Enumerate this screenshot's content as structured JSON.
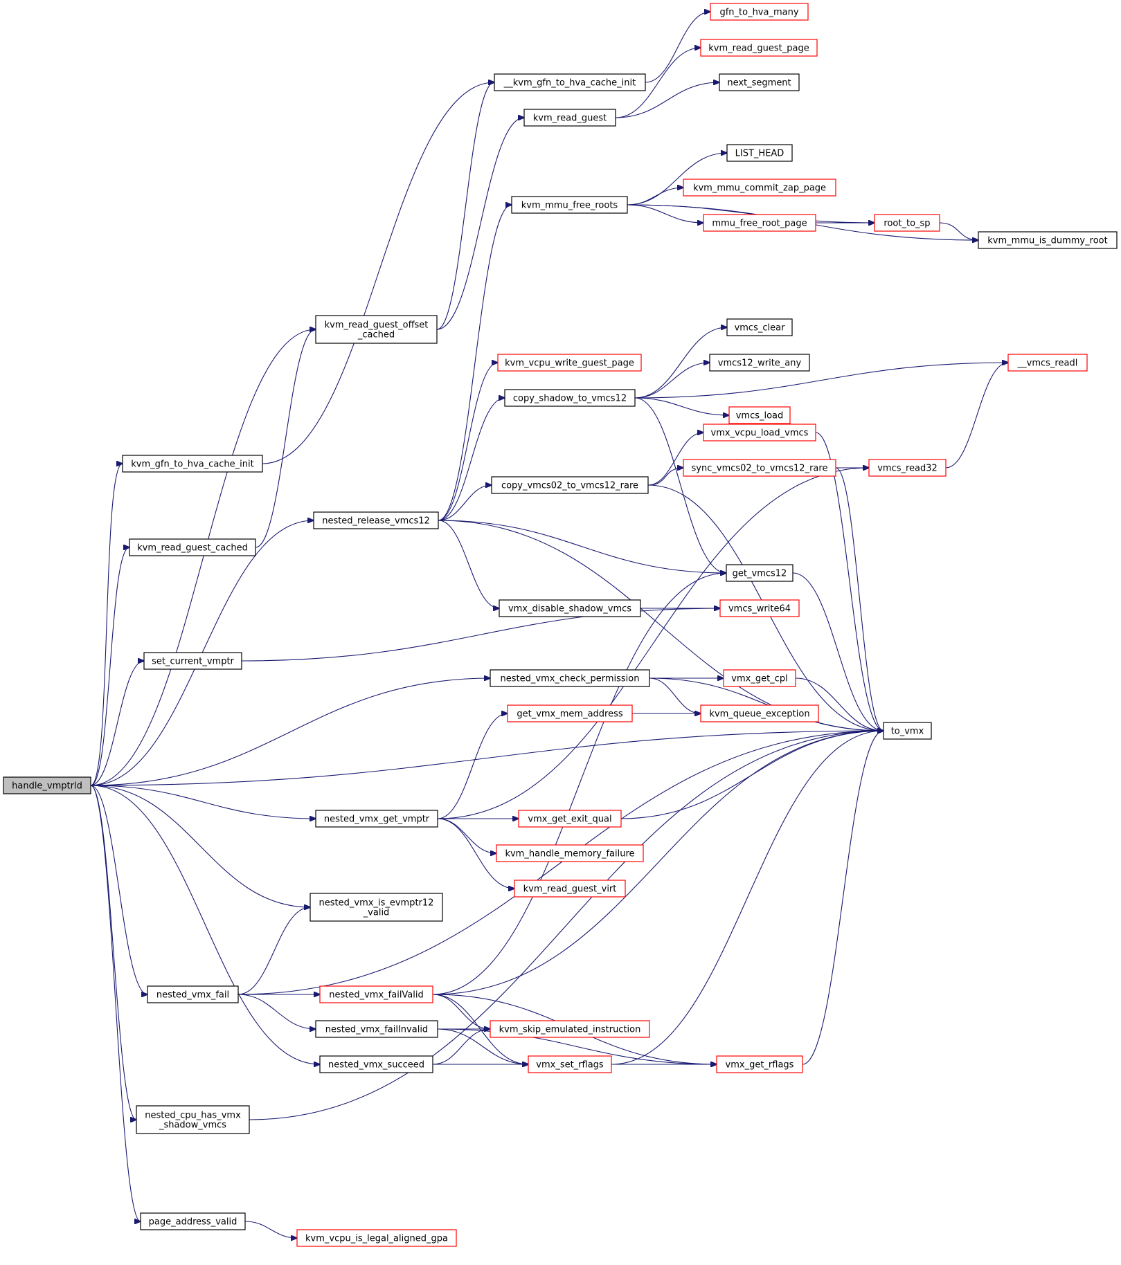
{
  "colors": {
    "edge": "#191970",
    "root_fill": "#bfbfbf",
    "linked_border": "#ff0000",
    "plain_border": "#000000"
  },
  "nodes": [
    {
      "id": "handle_vmptrld",
      "lines": [
        "handle_vmptrld"
      ],
      "style": "root"
    },
    {
      "id": "kvm_gfn_to_hva_cache_init",
      "lines": [
        "kvm_gfn_to_hva_cache_init"
      ],
      "style": "black"
    },
    {
      "id": "kvm_read_guest_cached",
      "lines": [
        "kvm_read_guest_cached"
      ],
      "style": "black"
    },
    {
      "id": "set_current_vmptr",
      "lines": [
        "set_current_vmptr"
      ],
      "style": "black"
    },
    {
      "id": "nested_vmx_fail",
      "lines": [
        "nested_vmx_fail"
      ],
      "style": "black"
    },
    {
      "id": "nested_cpu_has_vmx_shadow_vmcs",
      "lines": [
        "nested_cpu_has_vmx",
        "_shadow_vmcs"
      ],
      "style": "black"
    },
    {
      "id": "page_address_valid",
      "lines": [
        "page_address_valid"
      ],
      "style": "black"
    },
    {
      "id": "kvm_read_guest_offset_cached",
      "lines": [
        "kvm_read_guest_offset",
        "_cached"
      ],
      "style": "black"
    },
    {
      "id": "nested_release_vmcs12",
      "lines": [
        "nested_release_vmcs12"
      ],
      "style": "black"
    },
    {
      "id": "nested_vmx_get_vmptr",
      "lines": [
        "nested_vmx_get_vmptr"
      ],
      "style": "black"
    },
    {
      "id": "nested_vmx_is_evmptr12_valid",
      "lines": [
        "nested_vmx_is_evmptr12",
        "_valid"
      ],
      "style": "black"
    },
    {
      "id": "nested_vmx_failValid",
      "lines": [
        "nested_vmx_failValid"
      ],
      "style": "red"
    },
    {
      "id": "nested_vmx_failInvalid",
      "lines": [
        "nested_vmx_failInvalid"
      ],
      "style": "black"
    },
    {
      "id": "nested_vmx_succeed",
      "lines": [
        "nested_vmx_succeed"
      ],
      "style": "black"
    },
    {
      "id": "__kvm_gfn_to_hva_cache_init",
      "lines": [
        "__kvm_gfn_to_hva_cache_init"
      ],
      "style": "black"
    },
    {
      "id": "kvm_read_guest",
      "lines": [
        "kvm_read_guest"
      ],
      "style": "black"
    },
    {
      "id": "kvm_mmu_free_roots",
      "lines": [
        "kvm_mmu_free_roots"
      ],
      "style": "black"
    },
    {
      "id": "kvm_vcpu_write_guest_page",
      "lines": [
        "kvm_vcpu_write_guest_page"
      ],
      "style": "red"
    },
    {
      "id": "copy_shadow_to_vmcs12",
      "lines": [
        "copy_shadow_to_vmcs12"
      ],
      "style": "black"
    },
    {
      "id": "copy_vmcs02_to_vmcs12_rare",
      "lines": [
        "copy_vmcs02_to_vmcs12_rare"
      ],
      "style": "black"
    },
    {
      "id": "vmx_disable_shadow_vmcs",
      "lines": [
        "vmx_disable_shadow_vmcs"
      ],
      "style": "black"
    },
    {
      "id": "nested_vmx_check_permission",
      "lines": [
        "nested_vmx_check_permission"
      ],
      "style": "black"
    },
    {
      "id": "get_vmx_mem_address",
      "lines": [
        "get_vmx_mem_address"
      ],
      "style": "red"
    },
    {
      "id": "vmx_get_exit_qual",
      "lines": [
        "vmx_get_exit_qual"
      ],
      "style": "red"
    },
    {
      "id": "kvm_handle_memory_failure",
      "lines": [
        "kvm_handle_memory_failure"
      ],
      "style": "red"
    },
    {
      "id": "kvm_read_guest_virt",
      "lines": [
        "kvm_read_guest_virt"
      ],
      "style": "red"
    },
    {
      "id": "kvm_skip_emulated_instruction",
      "lines": [
        "kvm_skip_emulated_instruction"
      ],
      "style": "red"
    },
    {
      "id": "vmx_set_rflags",
      "lines": [
        "vmx_set_rflags"
      ],
      "style": "red"
    },
    {
      "id": "kvm_vcpu_is_legal_aligned_gpa",
      "lines": [
        "kvm_vcpu_is_legal_aligned_gpa"
      ],
      "style": "red"
    },
    {
      "id": "gfn_to_hva_many",
      "lines": [
        "gfn_to_hva_many"
      ],
      "style": "red"
    },
    {
      "id": "kvm_read_guest_page",
      "lines": [
        "kvm_read_guest_page"
      ],
      "style": "red"
    },
    {
      "id": "next_segment",
      "lines": [
        "next_segment"
      ],
      "style": "black"
    },
    {
      "id": "LIST_HEAD",
      "lines": [
        "LIST_HEAD"
      ],
      "style": "black"
    },
    {
      "id": "kvm_mmu_commit_zap_page",
      "lines": [
        "kvm_mmu_commit_zap_page"
      ],
      "style": "red"
    },
    {
      "id": "mmu_free_root_page",
      "lines": [
        "mmu_free_root_page"
      ],
      "style": "red"
    },
    {
      "id": "vmcs_clear",
      "lines": [
        "vmcs_clear"
      ],
      "style": "black"
    },
    {
      "id": "vmcs12_write_any",
      "lines": [
        "vmcs12_write_any"
      ],
      "style": "black"
    },
    {
      "id": "vmcs_load",
      "lines": [
        "vmcs_load"
      ],
      "style": "red"
    },
    {
      "id": "vmx_vcpu_load_vmcs",
      "lines": [
        "vmx_vcpu_load_vmcs"
      ],
      "style": "red"
    },
    {
      "id": "sync_vmcs02_to_vmcs12_rare",
      "lines": [
        "sync_vmcs02_to_vmcs12_rare"
      ],
      "style": "red"
    },
    {
      "id": "get_vmcs12",
      "lines": [
        "get_vmcs12"
      ],
      "style": "black"
    },
    {
      "id": "vmcs_write64",
      "lines": [
        "vmcs_write64"
      ],
      "style": "red"
    },
    {
      "id": "vmx_get_cpl",
      "lines": [
        "vmx_get_cpl"
      ],
      "style": "red"
    },
    {
      "id": "kvm_queue_exception",
      "lines": [
        "kvm_queue_exception"
      ],
      "style": "red"
    },
    {
      "id": "vmx_get_rflags",
      "lines": [
        "vmx_get_rflags"
      ],
      "style": "red"
    },
    {
      "id": "root_to_sp",
      "lines": [
        "root_to_sp"
      ],
      "style": "red"
    },
    {
      "id": "vmcs_read32",
      "lines": [
        "vmcs_read32"
      ],
      "style": "red"
    },
    {
      "id": "kvm_mmu_is_dummy_root",
      "lines": [
        "kvm_mmu_is_dummy_root"
      ],
      "style": "black"
    },
    {
      "id": "__vmcs_readl",
      "lines": [
        "__vmcs_readl"
      ],
      "style": "red"
    },
    {
      "id": "to_vmx",
      "lines": [
        "to_vmx"
      ],
      "style": "black"
    }
  ],
  "edges": [
    [
      "handle_vmptrld",
      "kvm_gfn_to_hva_cache_init"
    ],
    [
      "handle_vmptrld",
      "kvm_read_guest_offset_cached"
    ],
    [
      "handle_vmptrld",
      "kvm_read_guest_cached"
    ],
    [
      "handle_vmptrld",
      "nested_release_vmcs12"
    ],
    [
      "handle_vmptrld",
      "set_current_vmptr"
    ],
    [
      "handle_vmptrld",
      "nested_vmx_check_permission"
    ],
    [
      "handle_vmptrld",
      "to_vmx"
    ],
    [
      "handle_vmptrld",
      "nested_vmx_get_vmptr"
    ],
    [
      "handle_vmptrld",
      "nested_vmx_is_evmptr12_valid"
    ],
    [
      "handle_vmptrld",
      "nested_vmx_fail"
    ],
    [
      "handle_vmptrld",
      "nested_vmx_succeed"
    ],
    [
      "handle_vmptrld",
      "nested_cpu_has_vmx_shadow_vmcs"
    ],
    [
      "handle_vmptrld",
      "page_address_valid"
    ],
    [
      "kvm_gfn_to_hva_cache_init",
      "__kvm_gfn_to_hva_cache_init"
    ],
    [
      "kvm_read_guest_cached",
      "kvm_read_guest_offset_cached"
    ],
    [
      "kvm_read_guest_offset_cached",
      "__kvm_gfn_to_hva_cache_init"
    ],
    [
      "kvm_read_guest_offset_cached",
      "kvm_read_guest"
    ],
    [
      "__kvm_gfn_to_hva_cache_init",
      "gfn_to_hva_many"
    ],
    [
      "kvm_read_guest",
      "kvm_read_guest_page"
    ],
    [
      "kvm_read_guest",
      "next_segment"
    ],
    [
      "kvm_mmu_free_roots",
      "LIST_HEAD"
    ],
    [
      "kvm_mmu_free_roots",
      "kvm_mmu_commit_zap_page"
    ],
    [
      "kvm_mmu_free_roots",
      "mmu_free_root_page"
    ],
    [
      "kvm_mmu_free_roots",
      "root_to_sp"
    ],
    [
      "kvm_mmu_free_roots",
      "kvm_mmu_is_dummy_root"
    ],
    [
      "mmu_free_root_page",
      "root_to_sp"
    ],
    [
      "root_to_sp",
      "kvm_mmu_is_dummy_root"
    ],
    [
      "nested_release_vmcs12",
      "kvm_mmu_free_roots"
    ],
    [
      "nested_release_vmcs12",
      "kvm_vcpu_write_guest_page"
    ],
    [
      "nested_release_vmcs12",
      "copy_shadow_to_vmcs12"
    ],
    [
      "nested_release_vmcs12",
      "copy_vmcs02_to_vmcs12_rare"
    ],
    [
      "nested_release_vmcs12",
      "get_vmcs12"
    ],
    [
      "nested_release_vmcs12",
      "vmx_disable_shadow_vmcs"
    ],
    [
      "nested_release_vmcs12",
      "to_vmx"
    ],
    [
      "copy_shadow_to_vmcs12",
      "__vmcs_readl"
    ],
    [
      "copy_shadow_to_vmcs12",
      "vmcs_clear"
    ],
    [
      "copy_shadow_to_vmcs12",
      "vmcs12_write_any"
    ],
    [
      "copy_shadow_to_vmcs12",
      "vmcs_load"
    ],
    [
      "copy_shadow_to_vmcs12",
      "get_vmcs12"
    ],
    [
      "copy_vmcs02_to_vmcs12_rare",
      "vmx_vcpu_load_vmcs"
    ],
    [
      "copy_vmcs02_to_vmcs12_rare",
      "sync_vmcs02_to_vmcs12_rare"
    ],
    [
      "copy_vmcs02_to_vmcs12_rare",
      "to_vmx"
    ],
    [
      "vmx_vcpu_load_vmcs",
      "vmcs_load"
    ],
    [
      "vmx_vcpu_load_vmcs",
      "to_vmx"
    ],
    [
      "sync_vmcs02_to_vmcs12_rare",
      "vmcs_read32"
    ],
    [
      "sync_vmcs02_to_vmcs12_rare",
      "to_vmx"
    ],
    [
      "vmcs_read32",
      "__vmcs_readl"
    ],
    [
      "get_vmcs12",
      "to_vmx"
    ],
    [
      "vmx_disable_shadow_vmcs",
      "vmcs_write64"
    ],
    [
      "set_current_vmptr",
      "vmcs_write64"
    ],
    [
      "nested_vmx_check_permission",
      "vmx_get_cpl"
    ],
    [
      "nested_vmx_check_permission",
      "kvm_queue_exception"
    ],
    [
      "nested_vmx_check_permission",
      "to_vmx"
    ],
    [
      "vmx_get_cpl",
      "to_vmx"
    ],
    [
      "get_vmx_mem_address",
      "kvm_queue_exception"
    ],
    [
      "nested_vmx_get_vmptr",
      "get_vmx_mem_address"
    ],
    [
      "nested_vmx_get_vmptr",
      "vmcs_read32"
    ],
    [
      "nested_vmx_get_vmptr",
      "vmx_get_exit_qual"
    ],
    [
      "nested_vmx_get_vmptr",
      "kvm_handle_memory_failure"
    ],
    [
      "nested_vmx_get_vmptr",
      "kvm_read_guest_virt"
    ],
    [
      "vmx_get_exit_qual",
      "to_vmx"
    ],
    [
      "nested_vmx_fail",
      "nested_vmx_is_evmptr12_valid"
    ],
    [
      "nested_vmx_fail",
      "nested_vmx_failValid"
    ],
    [
      "nested_vmx_fail",
      "nested_vmx_failInvalid"
    ],
    [
      "nested_vmx_fail",
      "to_vmx"
    ],
    [
      "nested_vmx_failValid",
      "get_vmcs12"
    ],
    [
      "nested_vmx_failValid",
      "to_vmx"
    ],
    [
      "nested_vmx_failValid",
      "kvm_skip_emulated_instruction"
    ],
    [
      "nested_vmx_failValid",
      "vmx_set_rflags"
    ],
    [
      "nested_vmx_failValid",
      "vmx_get_rflags"
    ],
    [
      "nested_vmx_failInvalid",
      "kvm_skip_emulated_instruction"
    ],
    [
      "nested_vmx_failInvalid",
      "vmx_set_rflags"
    ],
    [
      "nested_vmx_failInvalid",
      "vmx_get_rflags"
    ],
    [
      "nested_vmx_succeed",
      "kvm_skip_emulated_instruction"
    ],
    [
      "nested_vmx_succeed",
      "vmx_set_rflags"
    ],
    [
      "nested_vmx_succeed",
      "vmx_get_rflags"
    ],
    [
      "vmx_set_rflags",
      "vmx_get_rflags"
    ],
    [
      "vmx_set_rflags",
      "to_vmx"
    ],
    [
      "vmx_get_rflags",
      "to_vmx"
    ],
    [
      "nested_cpu_has_vmx_shadow_vmcs",
      "to_vmx"
    ],
    [
      "page_address_valid",
      "kvm_vcpu_is_legal_aligned_gpa"
    ]
  ]
}
